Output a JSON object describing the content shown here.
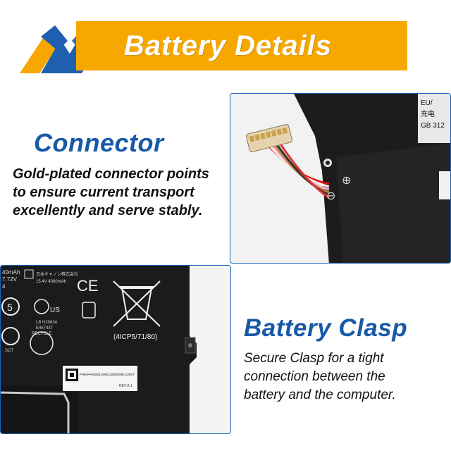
{
  "header": {
    "title": "Battery Details"
  },
  "connector": {
    "heading": "Connector",
    "lines": [
      "Gold-plated connector points",
      "to ensure current transport",
      "excellently and serve stably."
    ]
  },
  "clasp": {
    "heading": "Battery Clasp",
    "lines": [
      "Secure Clasp for a tight",
      "connection between the",
      "battery and the computer."
    ]
  },
  "connector_photo": {
    "label_lines": [
      "EU/",
      "充电",
      "GB 312"
    ],
    "plus_symbol": "⊕",
    "minus_symbol": "⊖"
  },
  "battery_label_photo": {
    "model_text": "(4ICP5/71/80)",
    "ce_mark": "CE",
    "rating_lines": [
      "40mAh",
      "7.72V",
      "4"
    ],
    "barcode_text": "P4E94438815982180659E12097",
    "rev_text": "REV A.1",
    "small_text_1": "日本キャノン株式会社",
    "small_text_2": "15.4V 4360mAh",
    "lab_code": "LB H29834",
    "lab_code_2": "E467437",
    "recycle": "RECYCLE",
    "us_mark": "US",
    "sct": "SCT"
  },
  "colors": {
    "accent_orange": "#f7a800",
    "accent_blue": "#1759a8",
    "panel_border": "#1a62b8"
  }
}
